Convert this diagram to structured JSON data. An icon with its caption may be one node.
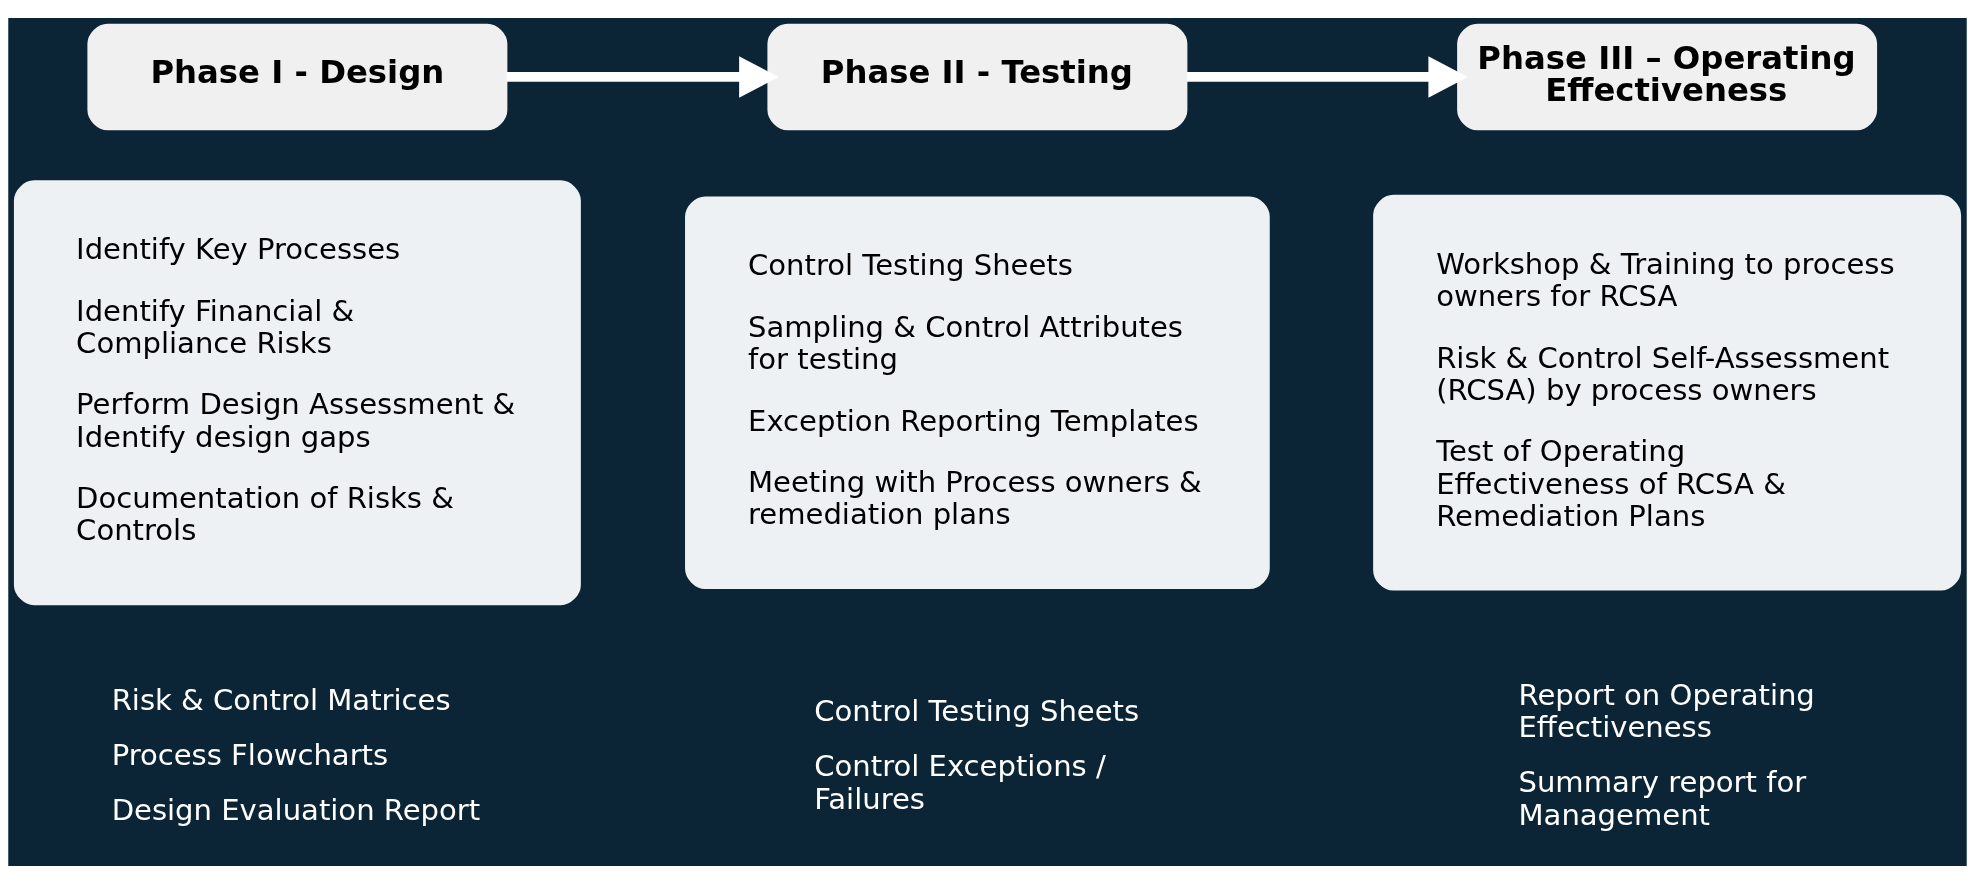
{
  "diagram": {
    "nodes": [
      {
        "text": [
          "Phase I - Design"
        ]
      },
      {
        "text": [
          "Phase II - Testing"
        ]
      },
      {
        "text": [
          "Phase III – Operating Effectiveness"
        ]
      },
      {
        "text": [
          "Identify Key Processes",
          "Identify Financial & Compliance Risks",
          "Perform Design Assessment & Identify design gaps",
          "Documentation of Risks & Controls"
        ],
        "beside": [
          "Risk & Control Matrices",
          "Process Flowcharts",
          "Design Evaluation Report"
        ]
      },
      {
        "text": [
          "Control Testing Sheets",
          "Sampling & Control Attributes for testing",
          "Exception Reporting Templates",
          "Meeting with Process owners & remediation plans"
        ],
        "beside": [
          "Control Testing Sheets",
          "Control Exceptions / Failures"
        ]
      },
      {
        "text": [
          "Workshop & Training to process owners for RCSA",
          "Risk & Control Self-Assessment (RCSA) by process owners",
          "Test of Operating Effectiveness of RCSA & Remediation Plans"
        ],
        "beside": [
          "Report on Operating Effectiveness",
          "Summary report for Management"
        ]
      }
    ],
    "edges": [
      {
        "from": 0,
        "to": 1,
        "arrow": "to"
      },
      {
        "from": 1,
        "to": 2,
        "arrow": "to"
      }
    ]
  }
}
